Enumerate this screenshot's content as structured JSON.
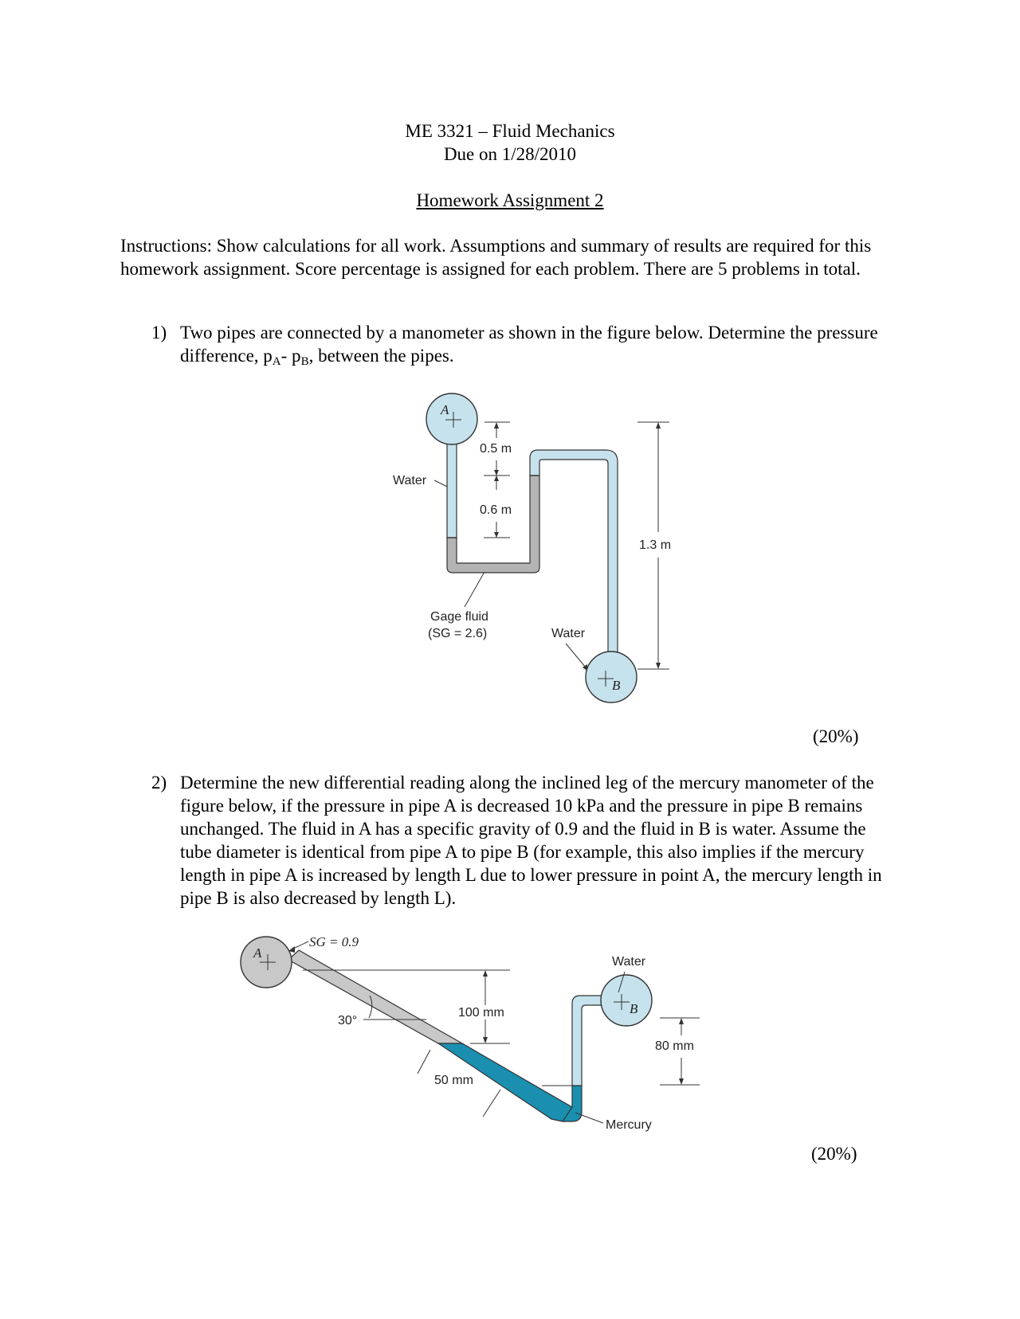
{
  "header": {
    "course": "ME 3321 – Fluid Mechanics",
    "due": "Due on 1/28/2010",
    "assignment": "Homework Assignment 2"
  },
  "instructions": "Instructions: Show calculations for all work. Assumptions and summary of results are required for this homework assignment.  Score percentage is assigned for each problem.  There are 5 problems in total.",
  "problem1": {
    "number": "1)",
    "text_before": "Two pipes are connected by a manometer as shown in the figure below.  Determine the pressure difference, p",
    "sub_a": "A",
    "dash": "- p",
    "sub_b": "B",
    "text_after": ", between the pipes.",
    "percent": "(20%)",
    "figure": {
      "label_a": "A",
      "label_b": "B",
      "water_left": "Water",
      "water_right": "Water",
      "dim_05": "0.5 m",
      "dim_06": "0.6 m",
      "dim_13": "1.3 m",
      "gage_fluid": "Gage fluid",
      "gage_sg": "(SG = 2.6)",
      "colors": {
        "water": "#c6e2ec",
        "gage": "#b4b4b4"
      }
    }
  },
  "problem2": {
    "number": "2)",
    "text": "Determine the new differential reading along the inclined leg of the mercury manometer of the figure below, if the pressure in pipe A is decreased 10 kPa and the pressure in pipe B remains unchanged.  The fluid in A has a specific gravity of 0.9 and the fluid in B is water.  Assume the tube diameter is identical from pipe A to pipe B (for example, this also implies if the mercury length in pipe A is increased by length L due to lower pressure in point A, the mercury length in pipe B is also decreased by length L).",
    "percent": "(20%)",
    "figure": {
      "label_a": "A",
      "label_b": "B",
      "sg_label": "SG = 0.9",
      "water": "Water",
      "angle": "30°",
      "dim_100": "100 mm",
      "dim_80": "80 mm",
      "dim_50": "50 mm",
      "mercury": "Mercury",
      "colors": {
        "oil": "#c8c8c8",
        "water": "#c6e2ec",
        "mercury": "#1a8fb0"
      }
    }
  }
}
